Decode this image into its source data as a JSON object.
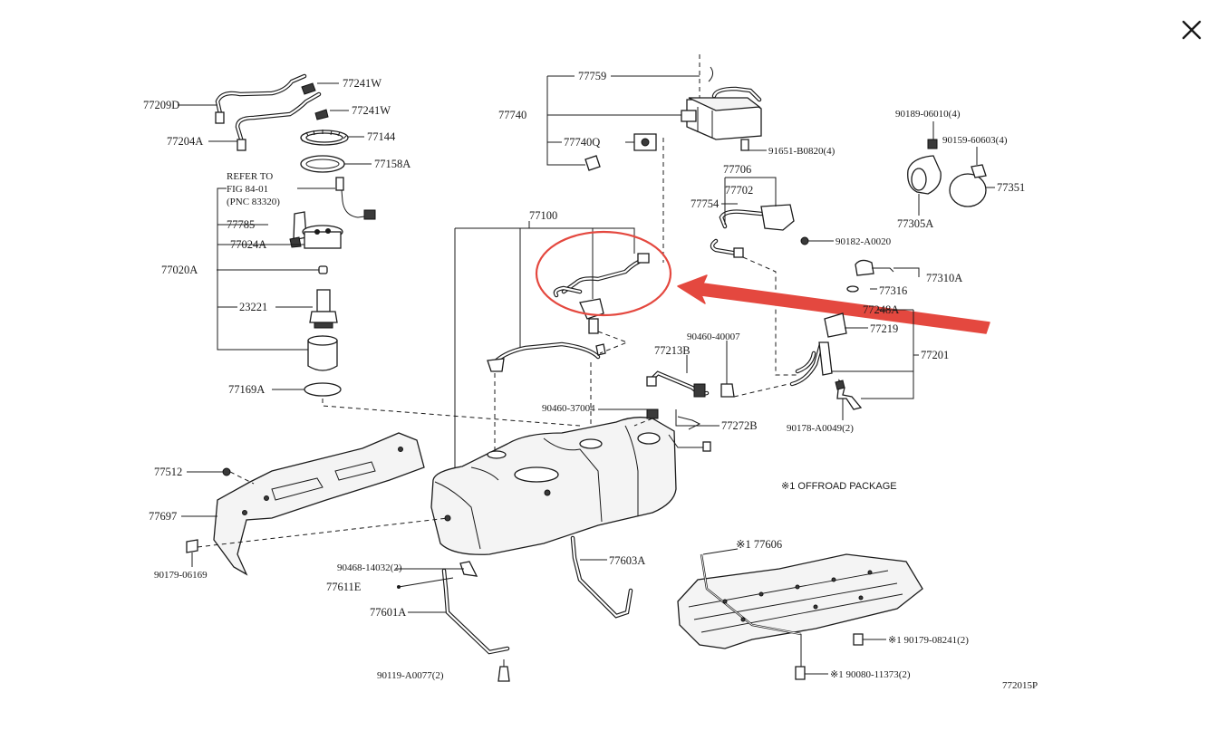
{
  "viewer": {
    "close_label": "×"
  },
  "diagram": {
    "labels": {
      "p77209D": "77209D",
      "p77204A": "77204A",
      "p77241W_1": "77241W",
      "p77241W_2": "77241W",
      "p77144": "77144",
      "p77158A": "77158A",
      "refer1": "REFER TO",
      "refer2": "FIG 84-01",
      "refer3": "(PNC 83320)",
      "p77785": "77785",
      "p77024A": "77024A",
      "p77020A": "77020A",
      "p23221": "23221",
      "p77169A": "77169A",
      "p77759": "77759",
      "p77740": "77740",
      "p77740Q": "77740Q",
      "p91651": "91651-B0820(4)",
      "p77706": "77706",
      "p77702": "77702",
      "p77754": "77754",
      "p90182": "90182-A0020",
      "p77100": "77100",
      "p90189": "90189-06010(4)",
      "p90159": "90159-60603(4)",
      "p77351": "77351",
      "p77305A": "77305A",
      "p77310A": "77310A",
      "p77316": "77316",
      "p77248A": "77248A",
      "p77219": "77219",
      "p77201": "77201",
      "p90460_40007": "90460-40007",
      "p77213B": "77213B",
      "p90460_37004": "90460-37004",
      "p77272B": "77272B",
      "p90178": "90178-A0049(2)",
      "offroad": "※1 OFFROAD PACKAGE",
      "p77512": "77512",
      "p77697": "77697",
      "p90179_06169": "90179-06169",
      "p90468": "90468-14032(2)",
      "p77611E": "77611E",
      "p77601A": "77601A",
      "p77603A": "77603A",
      "p77606": "※1 77606",
      "p90179_08241": "※1 90179-08241(2)",
      "p90080": "※1 90080-11373(2)",
      "p90119": "90119-A0077(2)",
      "figure_code": "772015P"
    },
    "annotation_color": "#e4483f"
  }
}
